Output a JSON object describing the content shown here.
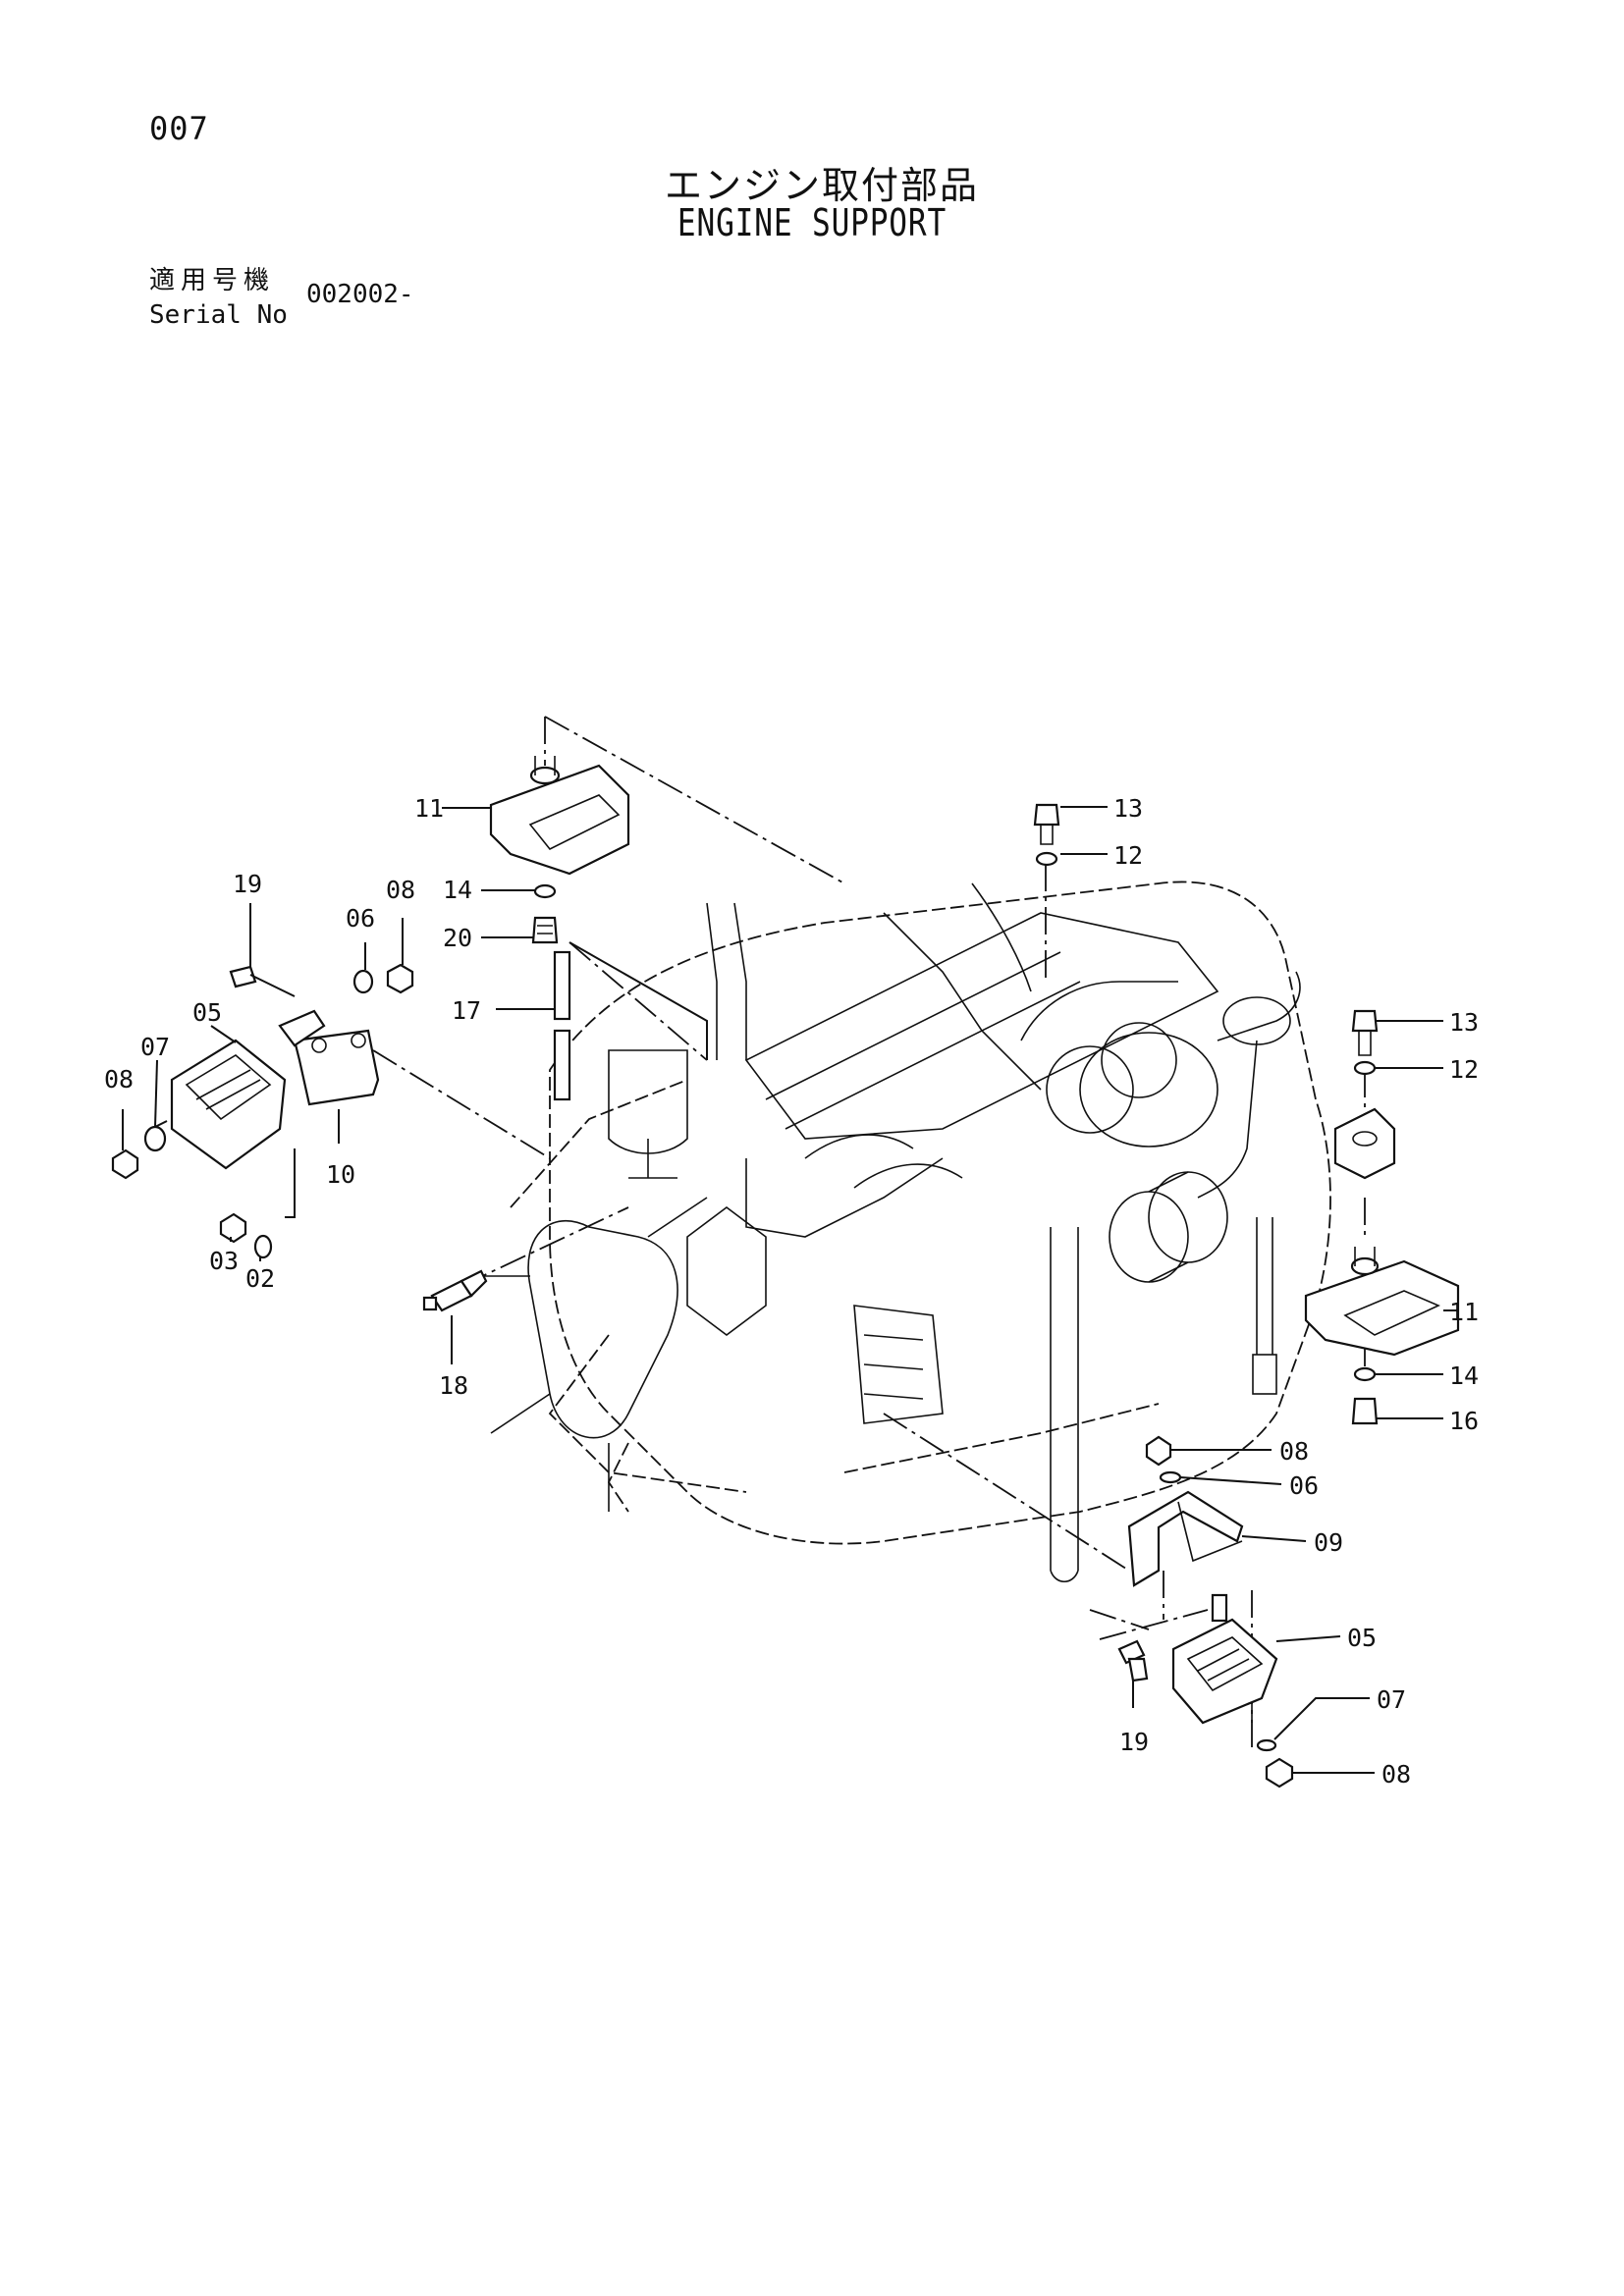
{
  "header": {
    "page_number": "007",
    "title_jp": "エンジン取付部品",
    "title_en": "ENGINE SUPPORT",
    "serial_label_jp": "適用号機",
    "serial_label_en": "Serial No",
    "serial_value": "002002-"
  },
  "callouts": {
    "c11_top": "11",
    "c13_top": "13",
    "c12_top": "12",
    "c14_top": "14",
    "c20": "20",
    "c17": "17",
    "c19_left": "19",
    "c08_left_top": "08",
    "c06_left": "06",
    "c05_left": "05",
    "c07_left": "07",
    "c08_left": "08",
    "c10": "10",
    "c03": "03",
    "c02": "02",
    "c18": "18",
    "c13_right": "13",
    "c12_right": "12",
    "c11_right": "11",
    "c14_right": "14",
    "c16": "16",
    "c08_right_top": "08",
    "c06_right": "06",
    "c09": "09",
    "c05_right": "05",
    "c07_right": "07",
    "c19_right": "19",
    "c08_right_bottom": "08"
  }
}
